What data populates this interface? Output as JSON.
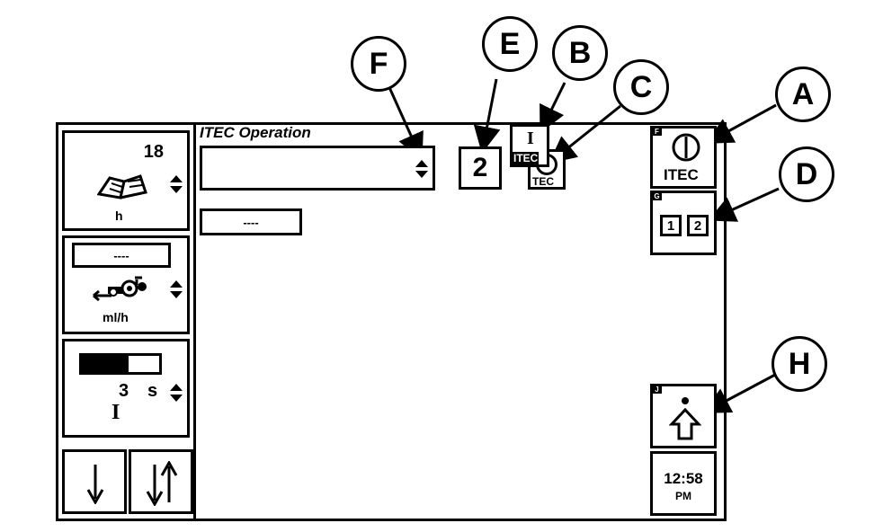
{
  "screen": {
    "title": "ITEC Operation"
  },
  "left_panel": {
    "hours": {
      "value": "18",
      "unit": "h",
      "icon": "book-icon"
    },
    "flow": {
      "value": "----",
      "unit": "ml/h",
      "icon": "fuel-tractor-icon"
    },
    "timer": {
      "value": "3",
      "unit": "s",
      "level": 0.6,
      "icon": "itec-on-icon",
      "status_symbol": "I"
    },
    "buttons": [
      {
        "icon": "arrow-down-icon"
      },
      {
        "icon": "arrows-down-up-icon"
      }
    ]
  },
  "main": {
    "sequence_dropdown": {
      "value": ""
    },
    "sequence_field": {
      "value": "----"
    },
    "step_indicator": {
      "value": "2"
    },
    "itec_on_indicator": {
      "symbol": "I",
      "label": "ITEC"
    },
    "itec_off_indicator": {
      "symbol": "O",
      "label": "TEC"
    }
  },
  "right_panel": {
    "itec_button": {
      "tab": "F",
      "label": "ITEC",
      "icon": "power-icon"
    },
    "sequence_buttons": {
      "tab": "G",
      "options": [
        "1",
        "2"
      ]
    },
    "shift_button": {
      "tab": "J",
      "icon": "shift-up-arrow-icon"
    },
    "clock": {
      "time": "12:58",
      "ampm": "PM"
    }
  },
  "callouts": [
    "A",
    "B",
    "C",
    "D",
    "E",
    "F",
    "H"
  ],
  "colors": {
    "foreground": "#000000",
    "background": "#ffffff"
  }
}
